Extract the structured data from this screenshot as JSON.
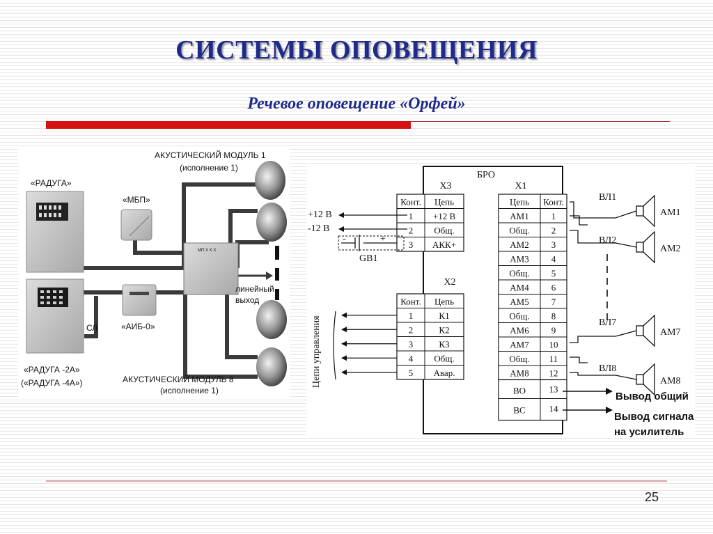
{
  "slide": {
    "title": "СИСТЕМЫ ОПОВЕЩЕНИЯ",
    "subtitle": "Речевое оповещение «Орфей»",
    "page_number": "25",
    "colors": {
      "title": "#1f2a8c",
      "accent_bar": "#d61111"
    }
  },
  "left_diagram": {
    "acoustic_module_1": "АКУСТИЧЕСКИЙ МОДУЛЬ 1",
    "acoustic_module_1_variant": "(исполнение 1)",
    "raduga": "«РАДУГА»",
    "mbp": "«МБП»",
    "linear_output_1": "линейный",
    "linear_output_2": "выход",
    "sl": "СЛ",
    "aib": "«АИБ-0»",
    "raduga_2a": "«РАДУГА -2А»",
    "raduga_4a": "(«РАДУГА -4А»)",
    "acoustic_module_8": "АКУСТИЧЕСКИЙ МОДУЛЬ 8",
    "acoustic_module_8_variant": "(исполнение 1)",
    "device_marking": "МП  Х  Х  Х"
  },
  "right_diagram": {
    "bro": "БРО",
    "x3": {
      "name": "Х3",
      "headers": [
        "Конт.",
        "Цепь"
      ],
      "rows": [
        [
          "1",
          "+12 В"
        ],
        [
          "2",
          "Общ."
        ],
        [
          "3",
          "АКК+"
        ]
      ]
    },
    "x2": {
      "name": "Х2",
      "headers": [
        "Конт.",
        "Цепь"
      ],
      "rows": [
        [
          "1",
          "К1"
        ],
        [
          "2",
          "К2"
        ],
        [
          "3",
          "К3"
        ],
        [
          "4",
          "Общ."
        ],
        [
          "5",
          "Авар."
        ]
      ]
    },
    "x1": {
      "name": "Х1",
      "headers": [
        "Цепь",
        "Конт."
      ],
      "rows": [
        [
          "АМ1",
          "1"
        ],
        [
          "Общ.",
          "2"
        ],
        [
          "АМ2",
          "3"
        ],
        [
          "АМ3",
          "4"
        ],
        [
          "Общ.",
          "5"
        ],
        [
          "АМ4",
          "6"
        ],
        [
          "АМ5",
          "7"
        ],
        [
          "Общ.",
          "8"
        ],
        [
          "АМ6",
          "9"
        ],
        [
          "АМ7",
          "10"
        ],
        [
          "Общ.",
          "11"
        ],
        [
          "АМ8",
          "12"
        ]
      ],
      "extra": [
        [
          "ВО",
          "13"
        ],
        [
          "ВС",
          "14"
        ]
      ]
    },
    "plus12": "+12 В",
    "minus12": "-12 В",
    "gb1": "GB1",
    "minus_sign": "-",
    "plus_sign": "+",
    "control_circuits": "Цепи управления",
    "lines": [
      "ВЛ1",
      "ВЛ2",
      "ВЛ7",
      "ВЛ8"
    ],
    "speakers": [
      "АМ1",
      "АМ2",
      "АМ7",
      "АМ8"
    ],
    "out_common": "Вывод общий",
    "out_signal_1": "Вывод сигнала",
    "out_signal_2": "на усилитель"
  }
}
